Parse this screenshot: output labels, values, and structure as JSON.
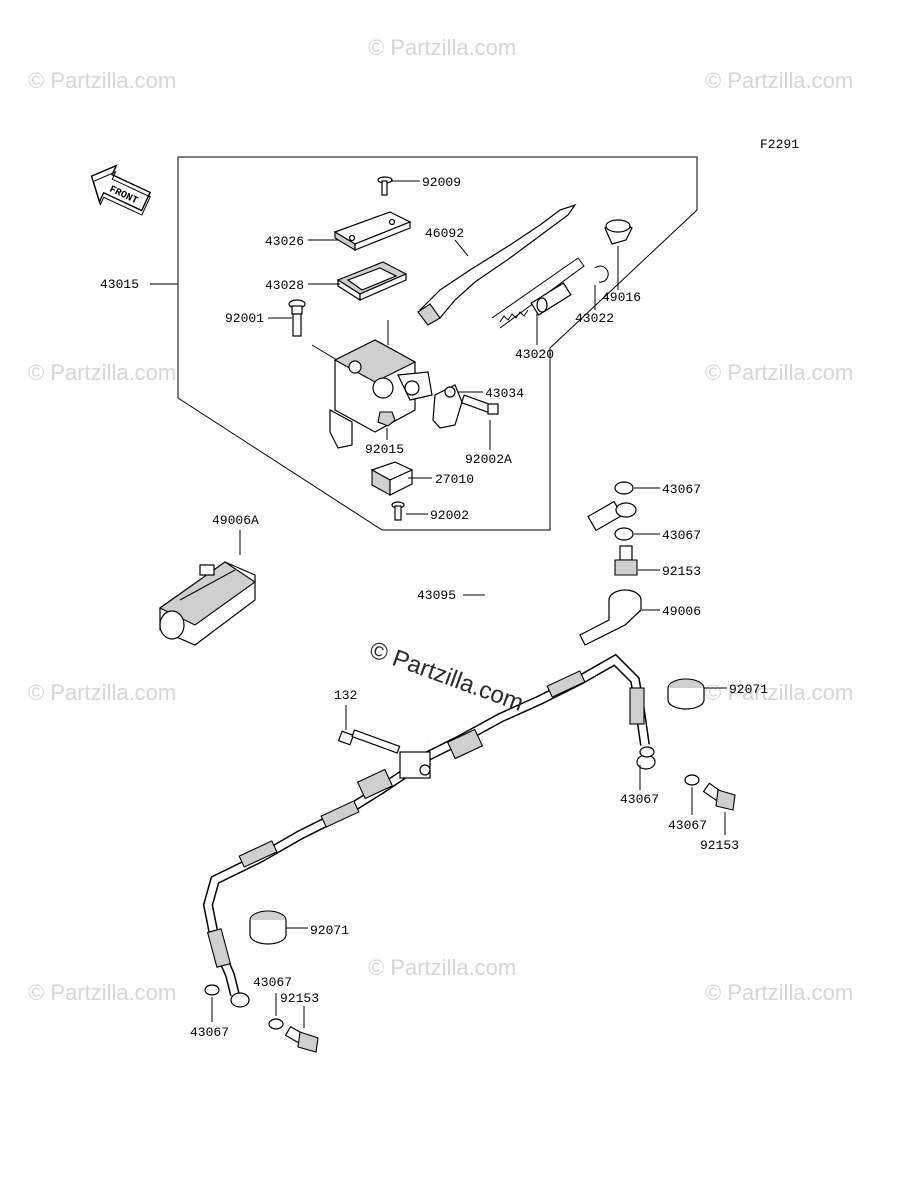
{
  "figure_code": "F2291",
  "front_label": "FRONT",
  "watermark_text": "© Partzilla.com",
  "center_watermark": "© Partzilla.com",
  "parts": {
    "p92009": "92009",
    "p43026": "43026",
    "p46092": "46092",
    "p43015": "43015",
    "p43028": "43028",
    "p49016": "49016",
    "p92001": "92001",
    "p43022": "43022",
    "p43020": "43020",
    "p43034": "43034",
    "p92015": "92015",
    "p92002A": "92002A",
    "p27010": "27010",
    "p92002": "92002",
    "p49006A": "49006A",
    "p43067a": "43067",
    "p43067b": "43067",
    "p92153a": "92153",
    "p43095": "43095",
    "p49006": "49006",
    "p92071a": "92071",
    "p132": "132",
    "p43067c": "43067",
    "p43067d": "43067",
    "p92153b": "92153",
    "p92071b": "92071",
    "p43067e": "43067",
    "p92153c": "92153",
    "p43067f": "43067"
  },
  "colors": {
    "ink": "#000000",
    "watermark": "#d6d6d6",
    "background": "#ffffff"
  }
}
